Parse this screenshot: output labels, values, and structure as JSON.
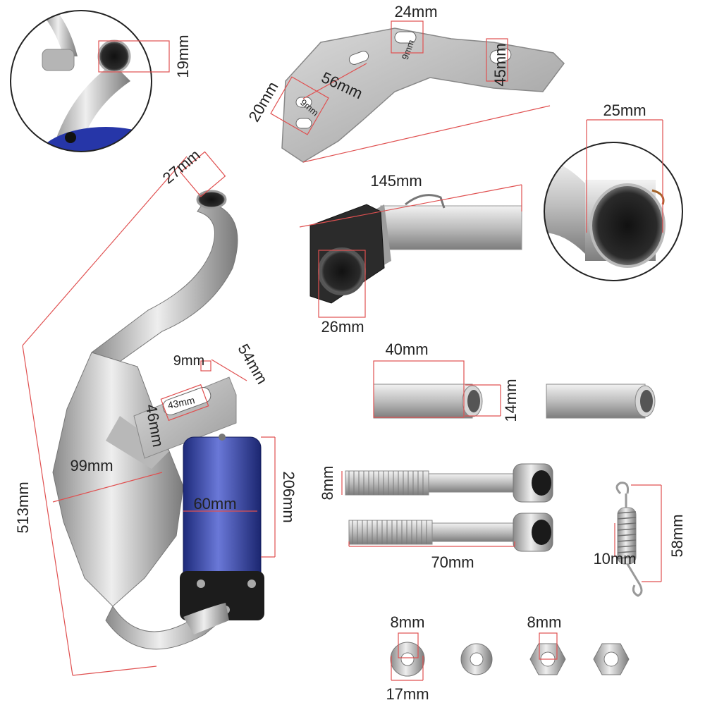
{
  "labels": {
    "inlet_diameter": "19mm",
    "bracket_slot_width": "24mm",
    "bracket_slot_gap": "9mm",
    "bracket_width": "56mm",
    "bracket_height": "45mm",
    "bracket_side_slot": "20mm",
    "bracket_side_gap": "9mm",
    "header_outlet": "25mm",
    "pipe_top": "27mm",
    "header_length": "145mm",
    "header_flange": "26mm",
    "mount_gap": "9mm",
    "mount_width": "54mm",
    "mount_slot": "43mm",
    "mount_height": "46mm",
    "chamber_width": "99mm",
    "silencer_diameter": "60mm",
    "silencer_length": "206mm",
    "total_length": "513mm",
    "spacer_length": "40mm",
    "spacer_diameter": "14mm",
    "bolt_diameter": "8mm",
    "bolt_length": "70mm",
    "spring_diameter": "10mm",
    "spring_length": "58mm",
    "washer_inner": "8mm",
    "washer_outer": "17mm",
    "nut_size": "8mm"
  },
  "colors": {
    "dimension_line": "#e05050",
    "steel": "#c8c8c8",
    "silencer_blue": "#2a3aa8"
  }
}
